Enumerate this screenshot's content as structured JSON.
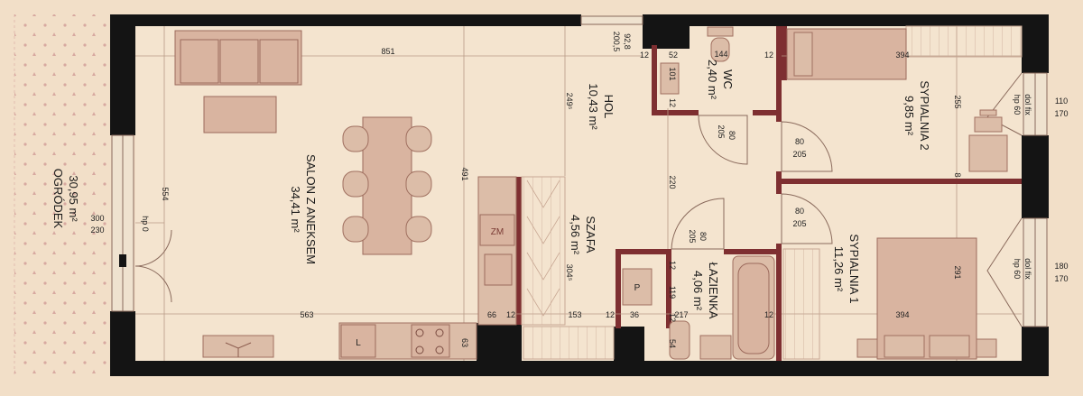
{
  "rooms": {
    "garden": {
      "name": "OGRÓDEK",
      "area": "30,95 m²"
    },
    "living": {
      "name": "SALON Z ANEKSEM",
      "area": "34,41 m²"
    },
    "hall": {
      "name": "HOL",
      "area": "10,43 m²"
    },
    "wardrobe": {
      "name": "SZAFA",
      "area": "4,56 m²"
    },
    "wc": {
      "name": "WC",
      "area": "2,40 m²"
    },
    "bathroom": {
      "name": "ŁAZIENKA",
      "area": "4,06 m²"
    },
    "bedroom1": {
      "name": "SYPIALNIA 1",
      "area": "11,26 m²"
    },
    "bedroom2": {
      "name": "SYPIALNIA 2",
      "area": "9,85 m²"
    }
  },
  "fixtures": {
    "fridge": "ZM",
    "oven": "L",
    "washer": "P"
  },
  "dimensions": {
    "d851": "851",
    "d554": "554",
    "d491": "491",
    "d563": "563",
    "d300": "300",
    "d230": "230",
    "d_hp0": "hp 0",
    "d66": "66",
    "d12a": "12",
    "d153": "153",
    "d12b": "12",
    "d36": "36",
    "d217": "217",
    "d12c": "12",
    "d394a": "394",
    "d394b": "394",
    "d63": "63",
    "d54": "54",
    "d928": "92,8",
    "d2005": "200,5",
    "d12d": "12",
    "d52": "52",
    "d144": "144",
    "d12e": "12",
    "d101": "101",
    "d12f": "12",
    "d2495": "249⁵",
    "d3045": "304⁵",
    "d205a": "205",
    "d80a": "80",
    "d80b": "80",
    "d205b": "205",
    "d220": "220",
    "d80c": "80",
    "d205c": "205",
    "d80d": "80",
    "d205d": "205",
    "d12g": "12",
    "d119": "119",
    "d12h": "12",
    "d255": "255",
    "d8": "8",
    "d291": "291",
    "d110": "110",
    "d170a": "170",
    "d180": "180",
    "d170b": "170",
    "d_hp60a": "hp 60",
    "d_dolfixa": "dol fix",
    "d_hp60b": "hp 60",
    "d_dolfixb": "dol fix"
  }
}
